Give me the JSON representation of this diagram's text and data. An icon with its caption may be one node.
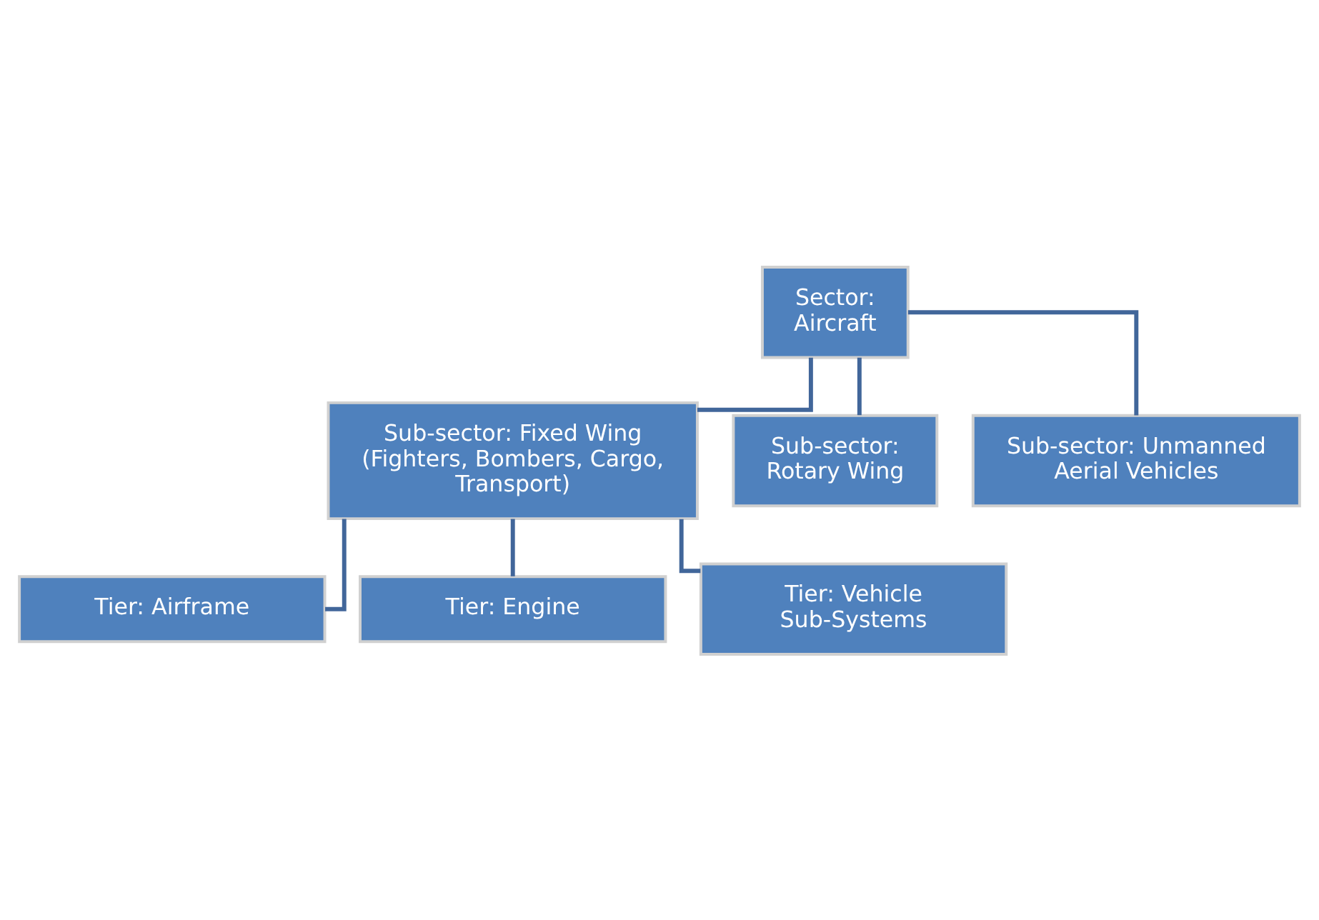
{
  "diagram": {
    "nodes": [
      {
        "text": [
          "Sector: Aircraft"
        ]
      },
      {
        "text": [
          "Sub-sector: Fixed Wing (Fighters, Bombers, Cargo, Transport)"
        ]
      },
      {
        "text": [
          "Sub-sector: Rotary Wing"
        ]
      },
      {
        "text": [
          "Sub-sector: Unmanned Aerial Vehicles"
        ]
      },
      {
        "text": [
          "Tier: Airframe"
        ]
      },
      {
        "text": [
          "Tier: Engine"
        ]
      },
      {
        "text": [
          "Tier: Vehicle Sub-Systems"
        ]
      }
    ],
    "edges": [
      {
        "from": 0,
        "to": 1,
        "arrow": "none"
      },
      {
        "from": 0,
        "to": 2,
        "arrow": "none"
      },
      {
        "from": 0,
        "to": 3,
        "arrow": "none"
      },
      {
        "from": 1,
        "to": 4,
        "arrow": "none"
      },
      {
        "from": 1,
        "to": 5,
        "arrow": "none"
      },
      {
        "from": 1,
        "to": 6,
        "arrow": "none"
      }
    ]
  }
}
